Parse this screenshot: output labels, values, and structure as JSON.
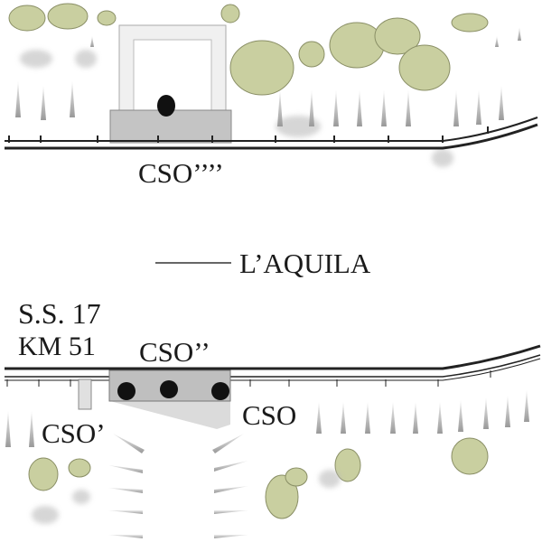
{
  "labels": {
    "cso4": "CSO’’’’",
    "city": "L’AQUILA",
    "road": "S.S. 17",
    "km": "KM 51",
    "cso2": "CSO’’",
    "cso1": "CSO’",
    "cso": "CSO"
  },
  "colors": {
    "structure": "#c8c8c8",
    "foliage": "#c9cfa0",
    "rock": "#bdbdbd",
    "hole": "#111111"
  }
}
